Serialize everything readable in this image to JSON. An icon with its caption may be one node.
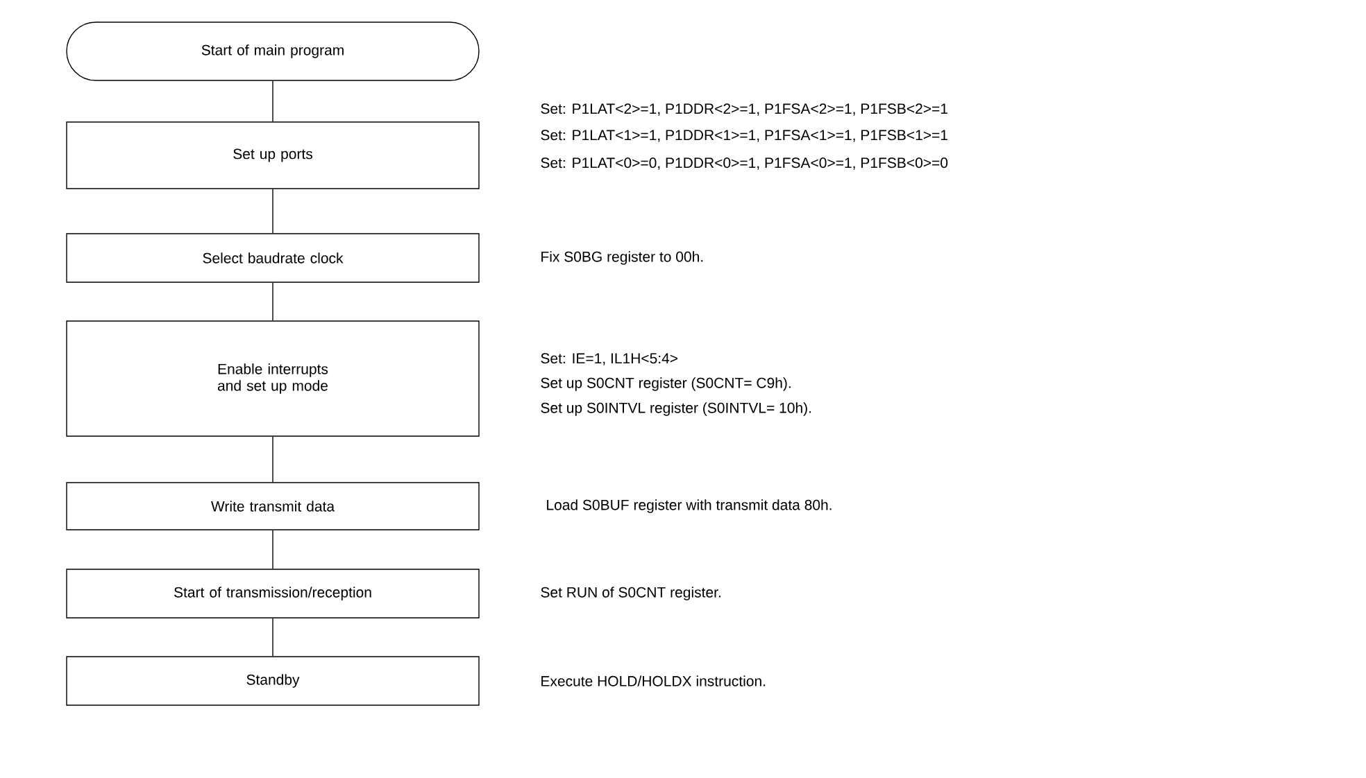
{
  "diagram": {
    "nodes": [
      {
        "text": [
          "Start of main program"
        ]
      },
      {
        "text": [
          "Set up ports"
        ]
      },
      {
        "text": [
          "Select baudrate clock"
        ]
      },
      {
        "text": [
          "Enable interrupts and set up mode"
        ]
      },
      {
        "text": [
          "Write transmit data"
        ]
      },
      {
        "text": [
          "Start of transmission/reception"
        ]
      },
      {
        "text": [
          "Standby"
        ]
      }
    ],
    "edges": [
      {
        "from": 0,
        "to": 1,
        "arrow": "none"
      },
      {
        "from": 1,
        "to": 2,
        "arrow": "none"
      },
      {
        "from": 2,
        "to": 3,
        "arrow": "none"
      },
      {
        "from": 3,
        "to": 4,
        "arrow": "none"
      },
      {
        "from": 4,
        "to": 5,
        "arrow": "none"
      },
      {
        "from": 5,
        "to": 6,
        "arrow": "none"
      }
    ],
    "labels": [
      "Set: P1LAT<2>=1, P1DDR<2>=1, P1FSA<2>=1, P1FSB<2>=1",
      "Set: P1LAT<1>=1, P1DDR<1>=1, P1FSA<1>=1, P1FSB<1>=1",
      "Set: P1LAT<0>=0, P1DDR<0>=1, P1FSA<0>=1, P1FSB<0>=0",
      "Fix S0BG register to 00h.",
      "Set: IE=1, IL1H<5:4>",
      "Set up S0CNT register (S0CNT= C9h).",
      "Set up S0INTVL register (S0INTVL= 10h).",
      "Load S0BUF register with transmit data 80h.",
      "Set RUN of S0CNT register.",
      "Execute HOLD/HOLDX instruction."
    ]
  }
}
